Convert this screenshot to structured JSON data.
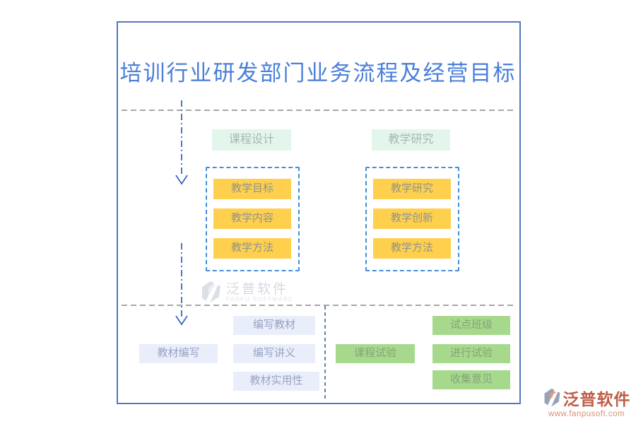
{
  "title": "培训行业研发部门业务流程及经营目标",
  "flow": {
    "top": {
      "left": {
        "header": "课程设计",
        "items": [
          "教学目标",
          "教学内容",
          "教学方法"
        ]
      },
      "right": {
        "header": "教学研究",
        "items": [
          "教学研究",
          "教学创新",
          "教学方法"
        ]
      }
    },
    "bottom": {
      "left": {
        "header": "教材编写",
        "items": [
          "编写教材",
          "编写讲义",
          "教材实用性"
        ]
      },
      "right": {
        "header": "课程试验",
        "items": [
          "试点班级",
          "进行试验",
          "收集意见"
        ]
      }
    }
  },
  "watermark": {
    "brand": "泛普软件",
    "subtitle": "FANPU SOFTWARE"
  },
  "footer": {
    "brand": "泛普软件",
    "url": "www.fanpusoft.com"
  },
  "icons": {
    "logo": "fanpu-logo-icon",
    "arrows": "dashed-down-arrow"
  },
  "colors": {
    "title_blue": "#4a7ed9",
    "frame_border": "#5577c2",
    "dashed_box_blue": "#3f8fdc",
    "item_yellow": "#ffd04e",
    "header_mint": "#e2f6ec",
    "item_light_blue": "#e9eefa",
    "item_green": "#a7d98d",
    "arrow_blue": "#3a67c2",
    "gray_dash": "#8a8a8a",
    "brand_red": "#bf5c46"
  }
}
